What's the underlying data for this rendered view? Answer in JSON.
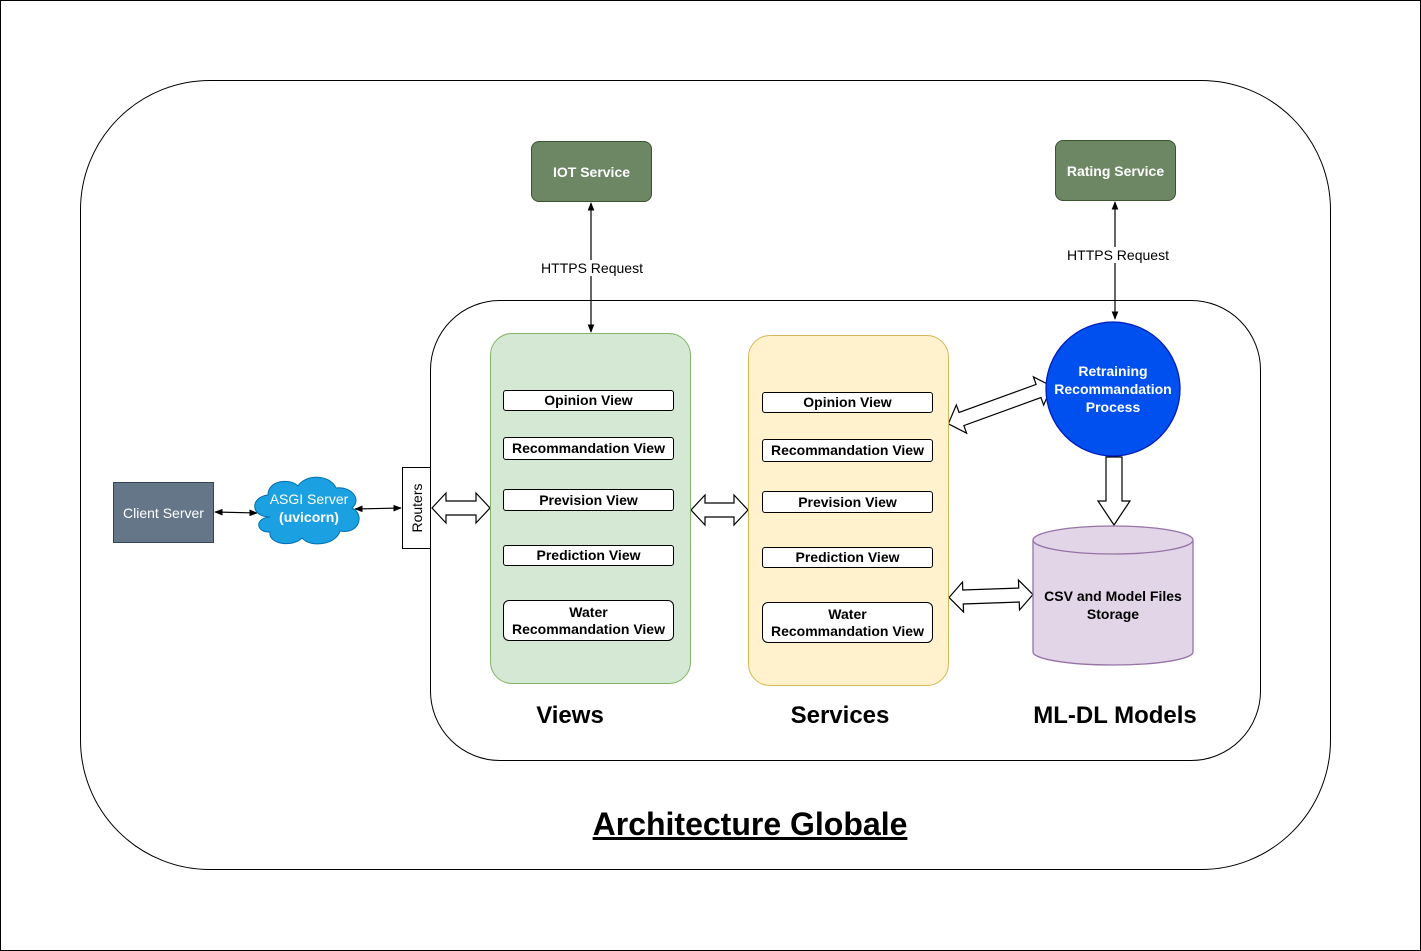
{
  "title": "Architecture Globale",
  "sections": {
    "views": "Views",
    "services": "Services",
    "models": "ML-DL Models"
  },
  "external": {
    "iot_service": "IOT Service",
    "rating_service": "Rating Service",
    "client_server": "Client Server",
    "asgi_server": "ASGI Server",
    "asgi_sub": "(uvicorn)",
    "routers": "Routers"
  },
  "edges": {
    "iot_request": "HTTPS Request",
    "rating_request": "HTTPS Request"
  },
  "views": [
    "Opinion View",
    "Recommandation View",
    "Prevision View",
    "Prediction View",
    "Water\nRecommandation View"
  ],
  "services": [
    "Opinion View",
    "Recommandation View",
    "Prevision View",
    "Prediction View",
    "Water\nRecommandation View"
  ],
  "models": {
    "retraining": "Retraining\nRecommandation\nProcess",
    "storage": "CSV and Model Files\nStorage"
  },
  "colors": {
    "views_fill": "#d5e8d4",
    "views_stroke": "#82b366",
    "services_fill": "#fff2cc",
    "services_stroke": "#d6b656",
    "service_box": "#6d8764",
    "client_box": "#647687",
    "cloud": "#1ba1e2",
    "retraining_circle": "#0050ef",
    "storage_cylinder": "#e1d5e7"
  }
}
